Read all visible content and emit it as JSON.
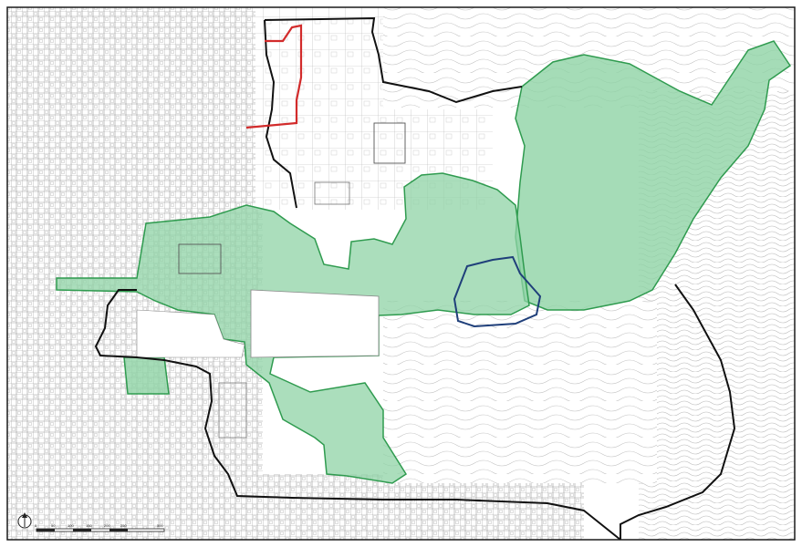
{
  "map": {
    "colors": {
      "background": "#ffffff",
      "frame": "#1a1a1a",
      "street_grid": "#9a9a9a",
      "contour": "#bdbdbd",
      "green_fill": "#8fd3a5",
      "green_edge": "#2f9b4f",
      "boundary": "#111111",
      "red_boundary": "#d22b2b",
      "pond": "#1f3f7a"
    },
    "scale_bar": {
      "labels": [
        "0",
        "50",
        "100",
        "150",
        "200",
        "250",
        "500"
      ]
    },
    "north_arrow_icon": "north-arrow-icon"
  }
}
